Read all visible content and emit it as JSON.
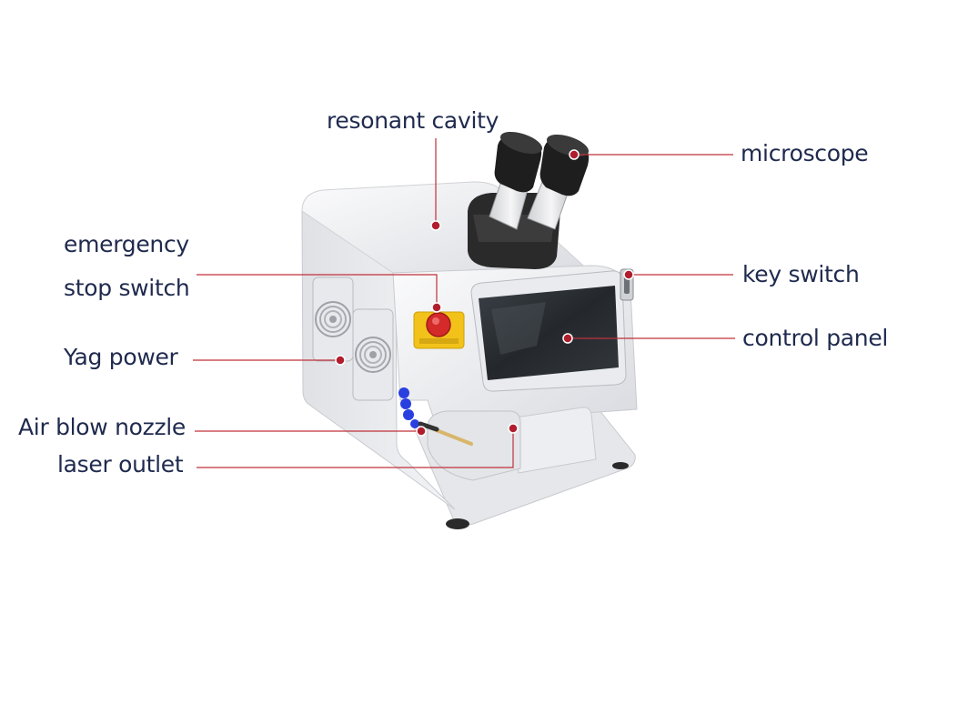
{
  "labels": {
    "resonant_cavity": "resonant cavity",
    "microscope": "microscope",
    "emergency_line1": "emergency",
    "emergency_line2": "stop switch",
    "key_switch": "key switch",
    "control_panel": "control panel",
    "yag_power": "Yag power",
    "air_blow_nozzle": "Air blow nozzle",
    "laser_outlet": "laser outlet"
  },
  "colors": {
    "label_text": "#1f2a4e",
    "leader_line": "#c0303a",
    "marker_dot": "#b01e2e",
    "machine_body": "#f1f2f4",
    "screen": "#2b2f33",
    "microscope": "#2a2a2a",
    "stop_button": "#d42a2a",
    "warning_plate": "#f3c21a",
    "nozzle_blue": "#2a3fe0"
  }
}
